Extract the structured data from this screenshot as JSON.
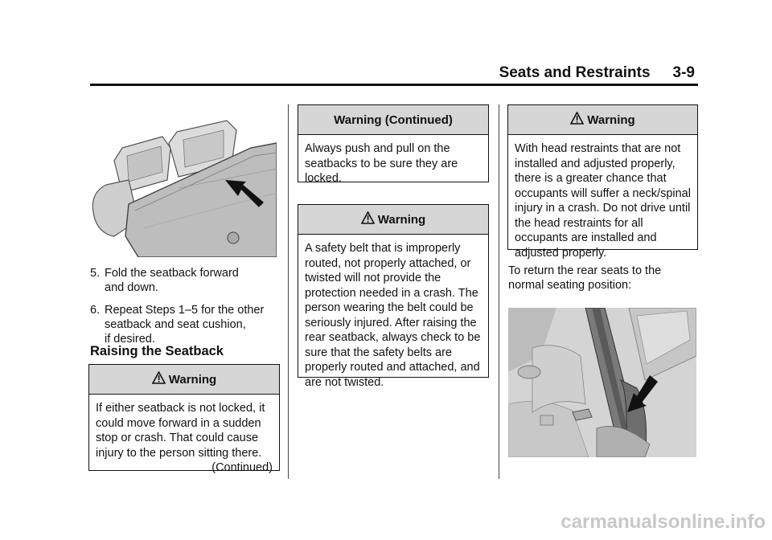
{
  "header": {
    "section_title": "Seats and Restraints",
    "page_number": "3-9"
  },
  "column1": {
    "steps": [
      {
        "number": "5.",
        "line1": "Fold the seatback forward",
        "line2": "and down.",
        "line3": ""
      },
      {
        "number": "6.",
        "line1": "Repeat Steps 1–5 for the other",
        "line2": "seatback and seat cushion,",
        "line3": "if desired."
      }
    ],
    "heading": "Raising the Seatback",
    "warning": {
      "title": "Warning",
      "body": "If either seatback is not locked, it could move forward in a sudden stop or crash. That could cause injury to the person sitting there.",
      "continued": "(Continued)"
    }
  },
  "column2": {
    "warning_continued": {
      "title": "Warning  (Continued)",
      "body": "Always push and pull on the seatbacks to be sure they are locked."
    },
    "warning": {
      "title": "Warning",
      "body": "A safety belt that is improperly routed, not properly attached, or twisted will not provide the protection needed in a crash. The person wearing the belt could be seriously injured. After raising the rear seatback, always check to be sure that the safety belts are properly routed and attached, and are not twisted."
    }
  },
  "column3": {
    "warning": {
      "title": "Warning",
      "body": "With head restraints that are not installed and adjusted properly, there is a greater chance that occupants will suffer a neck/spinal injury in a crash. Do not drive until the head restraints for all occupants are installed and adjusted properly."
    },
    "paragraph": "To return the rear seats to the normal seating position:"
  },
  "watermark": "carmanualsonline.info",
  "icons": {
    "warning": "warning-triangle-icon",
    "arrow": "arrow-icon"
  }
}
